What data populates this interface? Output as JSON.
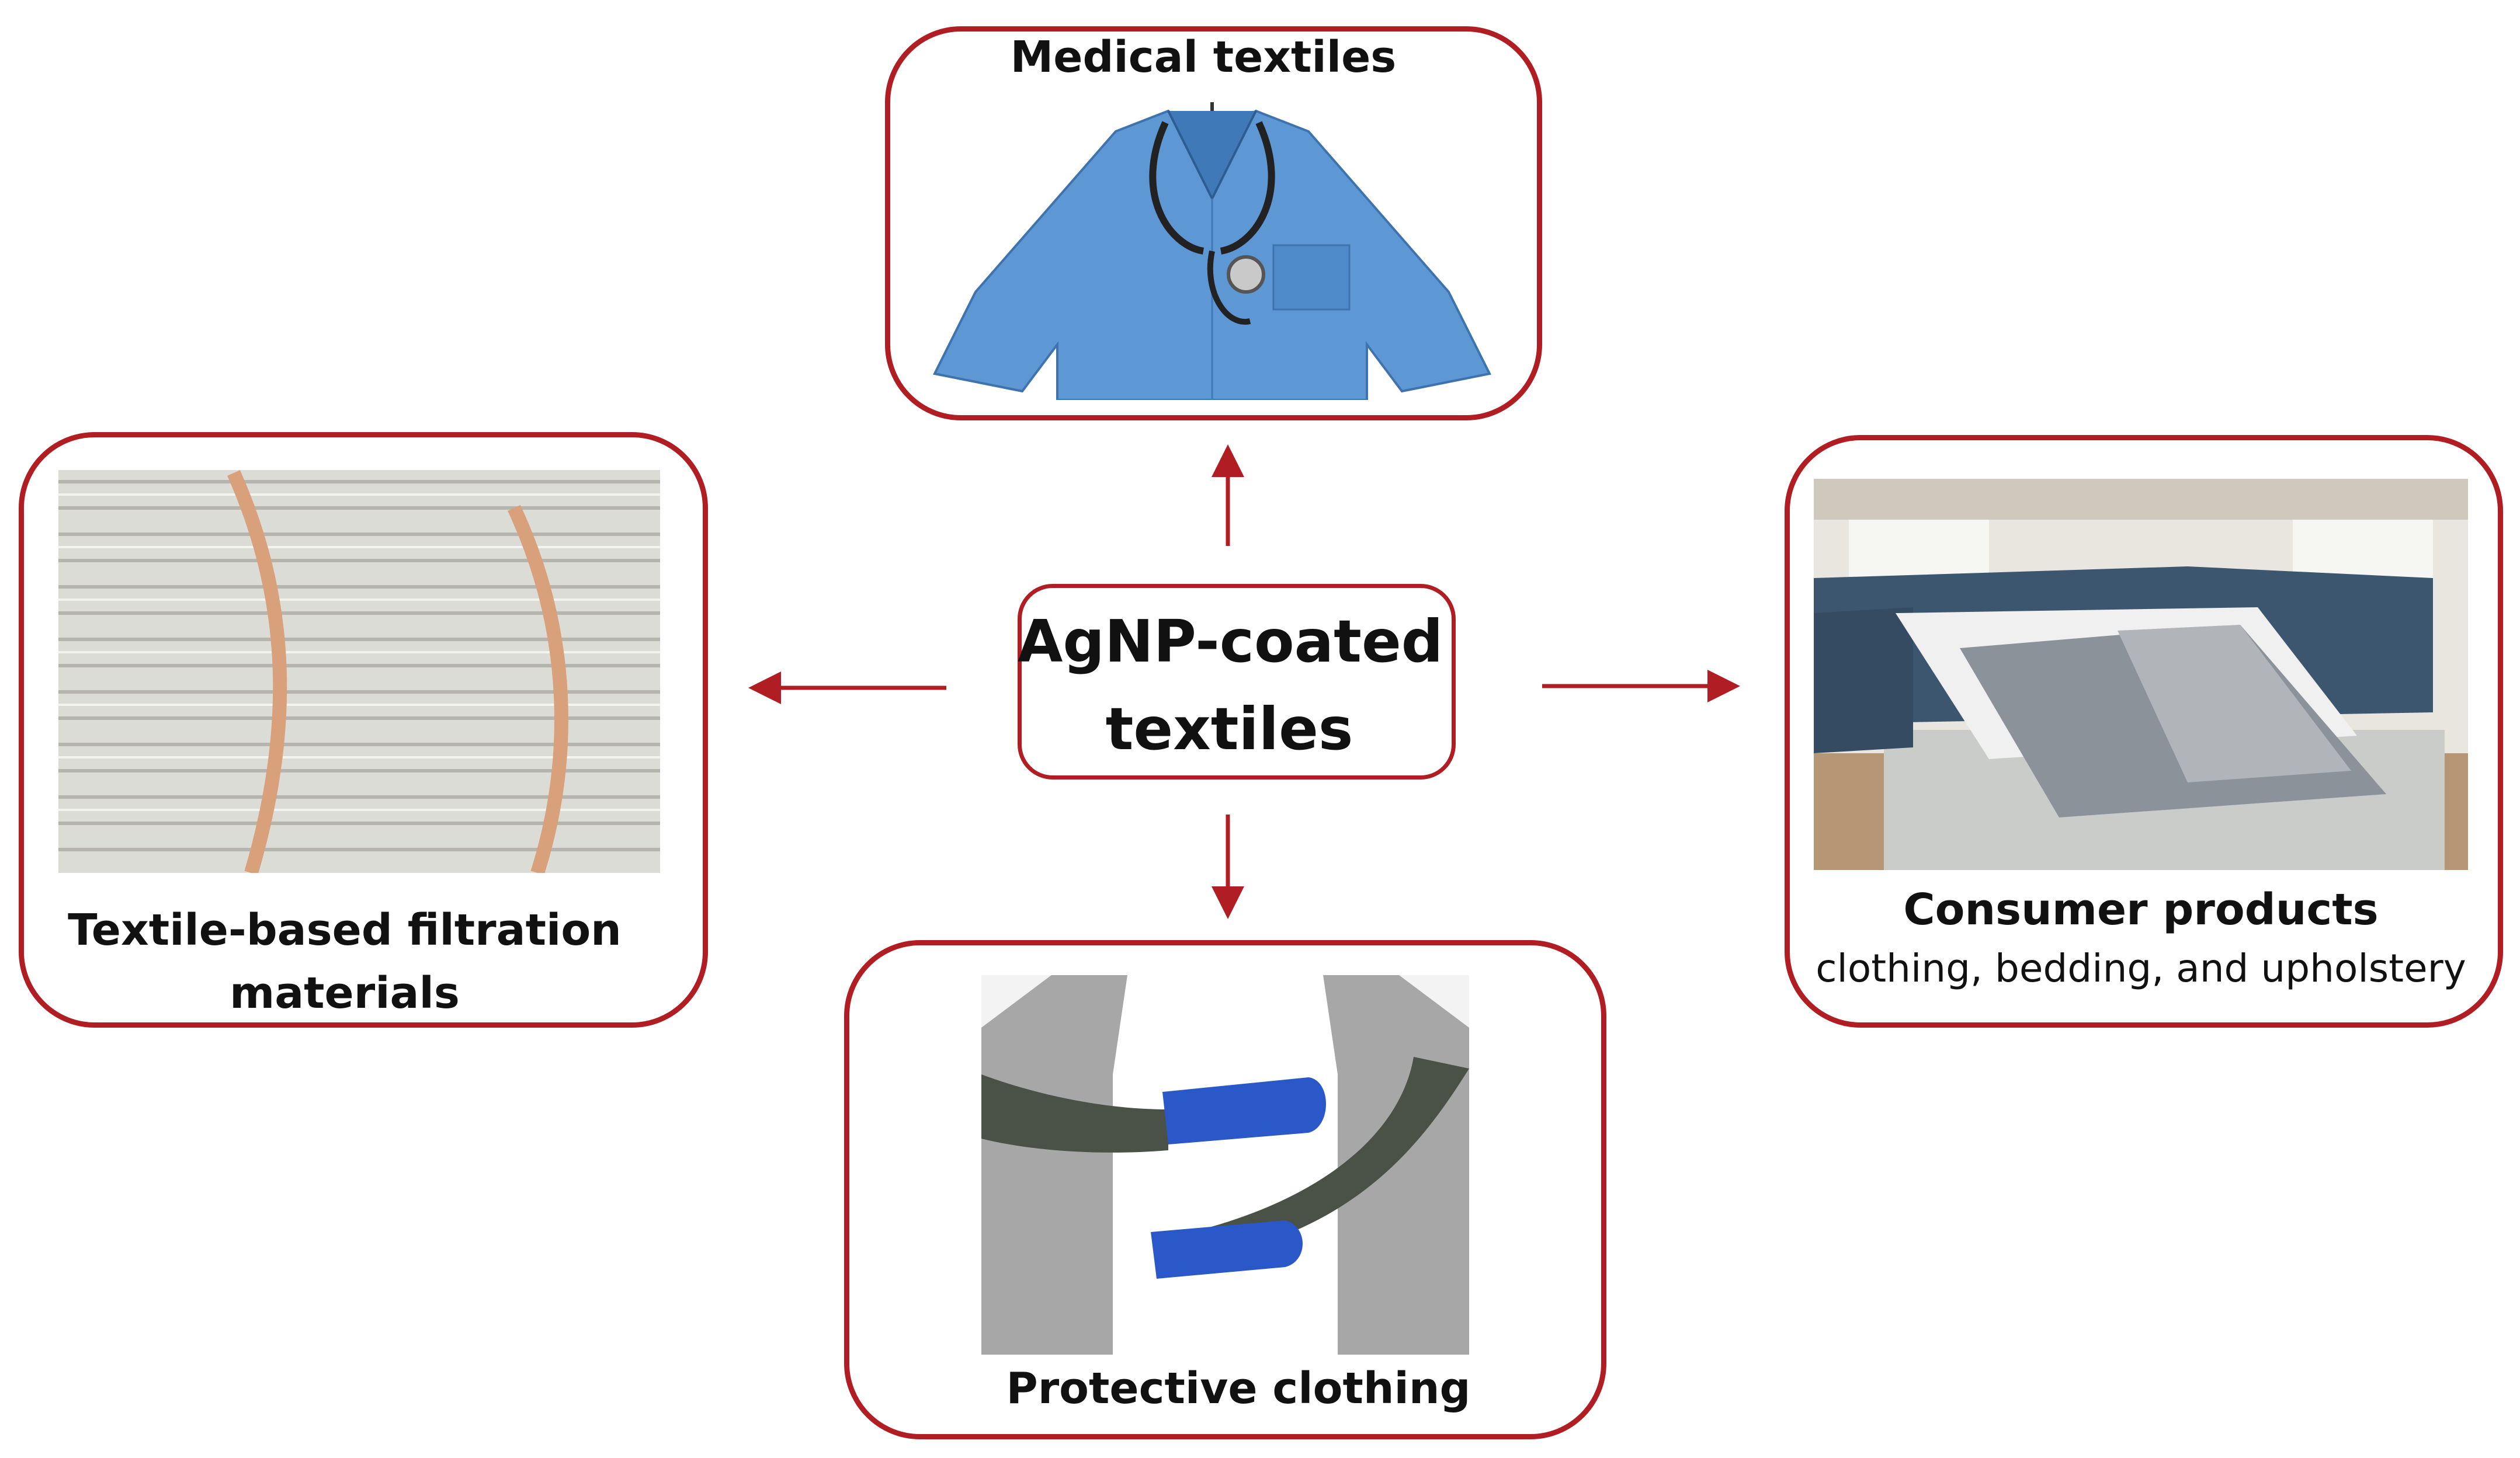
{
  "center": {
    "line1": "AgNP-coated",
    "line2": "textiles"
  },
  "medical": {
    "label": "Medical textiles"
  },
  "filtration": {
    "line1": "Textile-based filtration",
    "line2": "materials"
  },
  "consumer": {
    "title": "Consumer products",
    "subtitle": "clothing, bedding, and upholstery"
  },
  "protective": {
    "label": "Protective clothing"
  },
  "colors": {
    "accent": "#b01e24"
  }
}
